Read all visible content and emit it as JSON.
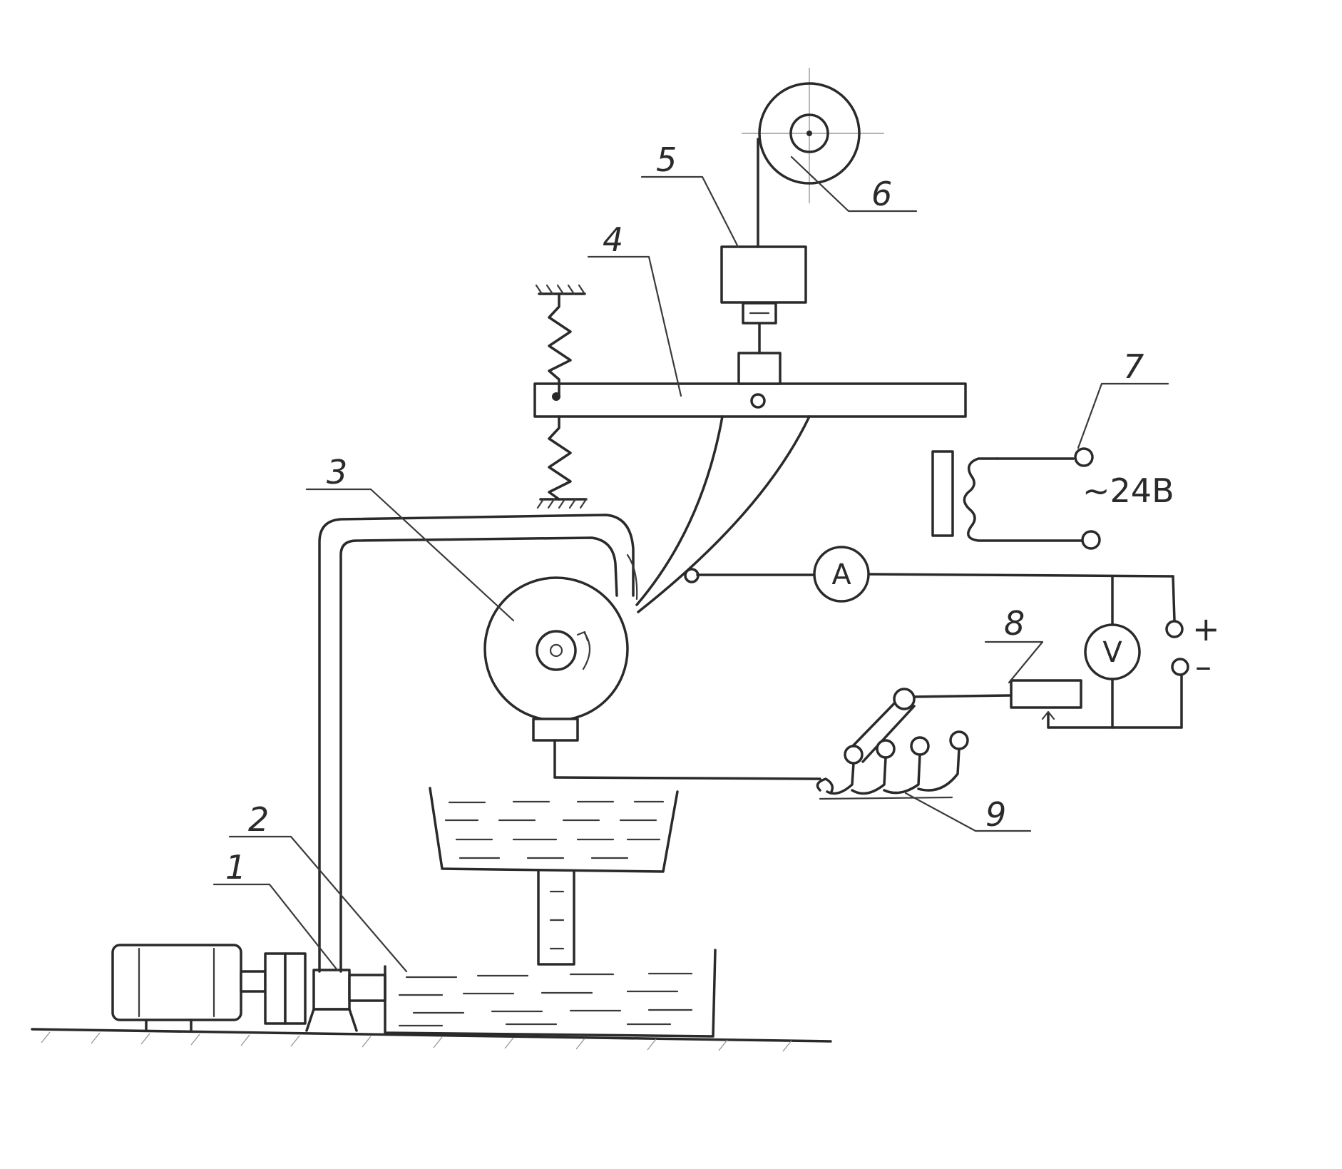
{
  "callouts": [
    "1",
    "2",
    "3",
    "4",
    "5",
    "6",
    "7",
    "8",
    "9"
  ],
  "ac_supply": {
    "voltage_label": "~24B"
  },
  "dc_terminals": {
    "plus": "+",
    "minus": "–"
  },
  "meters": {
    "ammeter": "A",
    "voltmeter": "V"
  }
}
